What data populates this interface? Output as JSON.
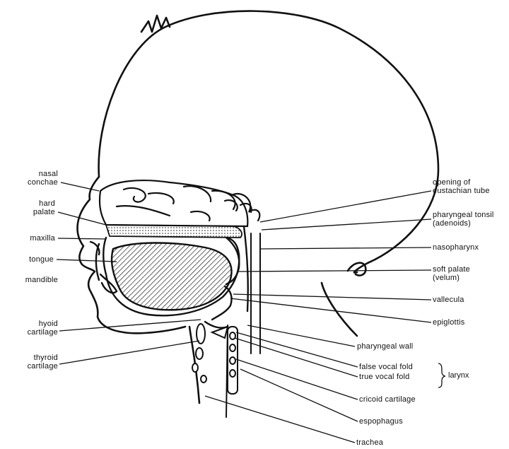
{
  "labels": {
    "nasal_conchae": [
      "nasal",
      "conchae"
    ],
    "hard_palate": [
      "hard",
      "palate"
    ],
    "maxilla": "maxilla",
    "tongue": "tongue",
    "mandible": "mandible",
    "hyoid_cartilage": [
      "hyoid",
      "cartilage"
    ],
    "thyroid_cartilage": [
      "thyroid",
      "cartilage"
    ],
    "opening_eustachian": [
      "opening of",
      "eustachian tube"
    ],
    "pharyngeal_tonsil": [
      "pharyngeal tonsil",
      "(adenoids)"
    ],
    "nasopharynx": "nasopharynx",
    "soft_palate": [
      "soft palate",
      "(velum)"
    ],
    "vallecula": "vallecula",
    "epiglottis": "epiglottis",
    "pharyngeal_wall": "pharyngeal wall",
    "false_vocal_fold": "false vocal fold",
    "true_vocal_fold": "true vocal fold",
    "larynx": "larynx",
    "cricoid_cartilage": "cricoid cartilage",
    "esophagus": "espophagus",
    "trachea": "trachea"
  }
}
